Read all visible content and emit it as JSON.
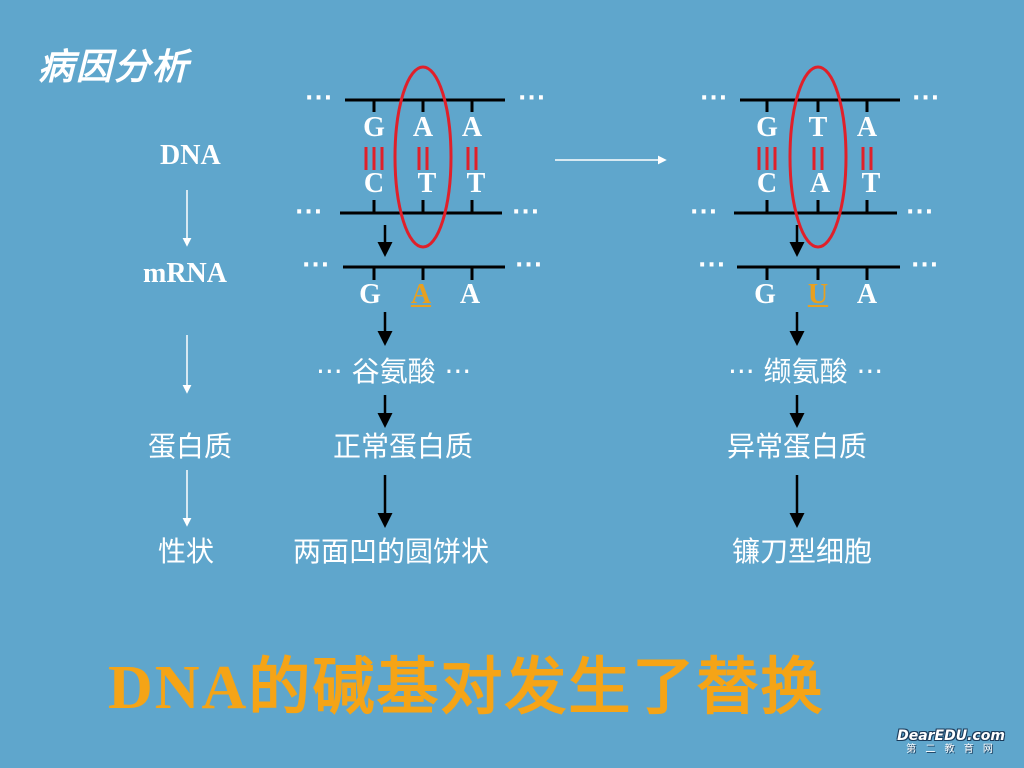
{
  "title": "病因分析",
  "labels": {
    "dna": "DNA",
    "mrna": "mRNA",
    "protein": "蛋白质",
    "trait": "性状"
  },
  "ellipsis": "···",
  "normal": {
    "dna_top": [
      "G",
      "A",
      "A"
    ],
    "dna_bottom": [
      "C",
      "T",
      "T"
    ],
    "mrna": [
      "G",
      "A",
      "A"
    ],
    "amino_acid": "··· 谷氨酸 ···",
    "protein": "正常蛋白质",
    "trait": "两面凹的圆饼状"
  },
  "mutant": {
    "dna_top": [
      "G",
      "T",
      "A"
    ],
    "dna_bottom": [
      "C",
      "A",
      "T"
    ],
    "mrna": [
      "G",
      "U",
      "A"
    ],
    "amino_acid": "··· 缬氨酸 ···",
    "protein": "异常蛋白质",
    "trait": "镰刀型细胞"
  },
  "headline": "DNA的碱基对发生了替换",
  "logo": {
    "top": "DearEDU.com",
    "bottom": "第 二 教 育 网"
  },
  "colors": {
    "background": "#5fa6cc",
    "highlight_ellipse": "#e0202a",
    "hydrogen_bonds": "#e0202a",
    "mutated_base": "#e8a020",
    "headline": "#f5a416"
  }
}
